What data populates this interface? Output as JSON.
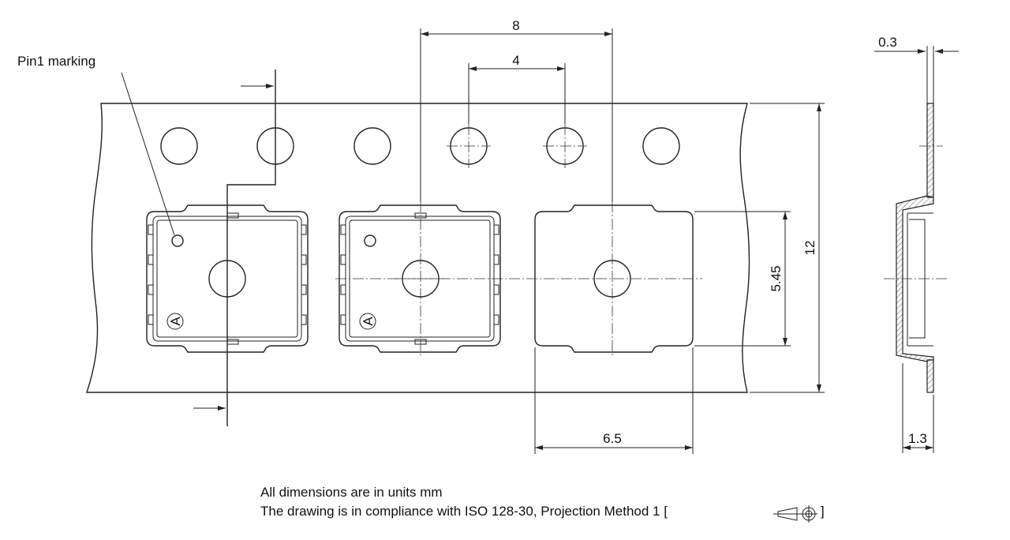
{
  "labels": {
    "pin1_marking": "Pin1 marking",
    "polarity_mark": "A"
  },
  "dimensions": {
    "pitch_pocket": "8",
    "pitch_sprocket": "4",
    "pocket_width": "6.5",
    "pocket_height": "5.45",
    "tape_width": "12",
    "tape_thickness": "0.3",
    "pocket_depth": "1.3"
  },
  "notes": {
    "line1": "All dimensions are in units mm",
    "line2_prefix": "The drawing is in compliance with ISO 128-30, Projection Method 1 [",
    "line2_suffix": "]"
  }
}
